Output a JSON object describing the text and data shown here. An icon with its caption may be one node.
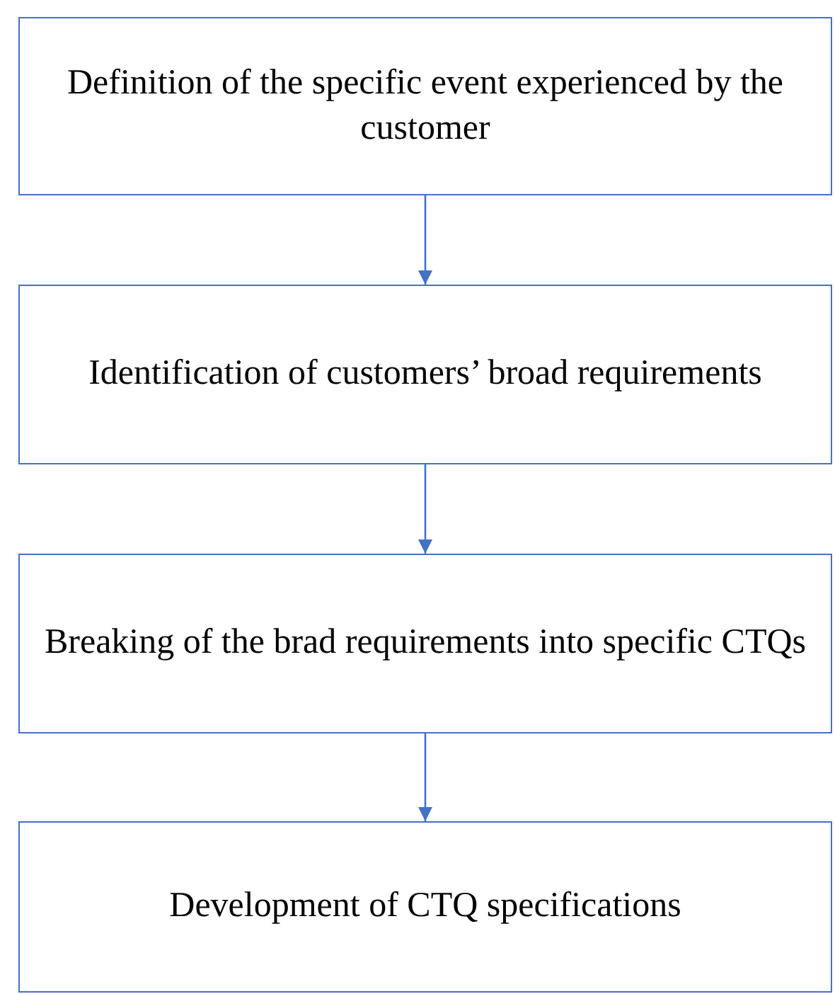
{
  "diagram": {
    "nodes": [
      {
        "text": [
          "Definition of the specific event experienced by the customer"
        ]
      },
      {
        "text": [
          "Identification of customers’ broad requirements"
        ]
      },
      {
        "text": [
          "Breaking of the brad requirements into specific CTQs"
        ]
      },
      {
        "text": [
          "Development of CTQ specifications"
        ]
      }
    ],
    "edges": [
      {
        "from": 0,
        "to": 1,
        "arrow": "to"
      },
      {
        "from": 1,
        "to": 2,
        "arrow": "to"
      },
      {
        "from": 2,
        "to": 3,
        "arrow": "to"
      }
    ]
  }
}
